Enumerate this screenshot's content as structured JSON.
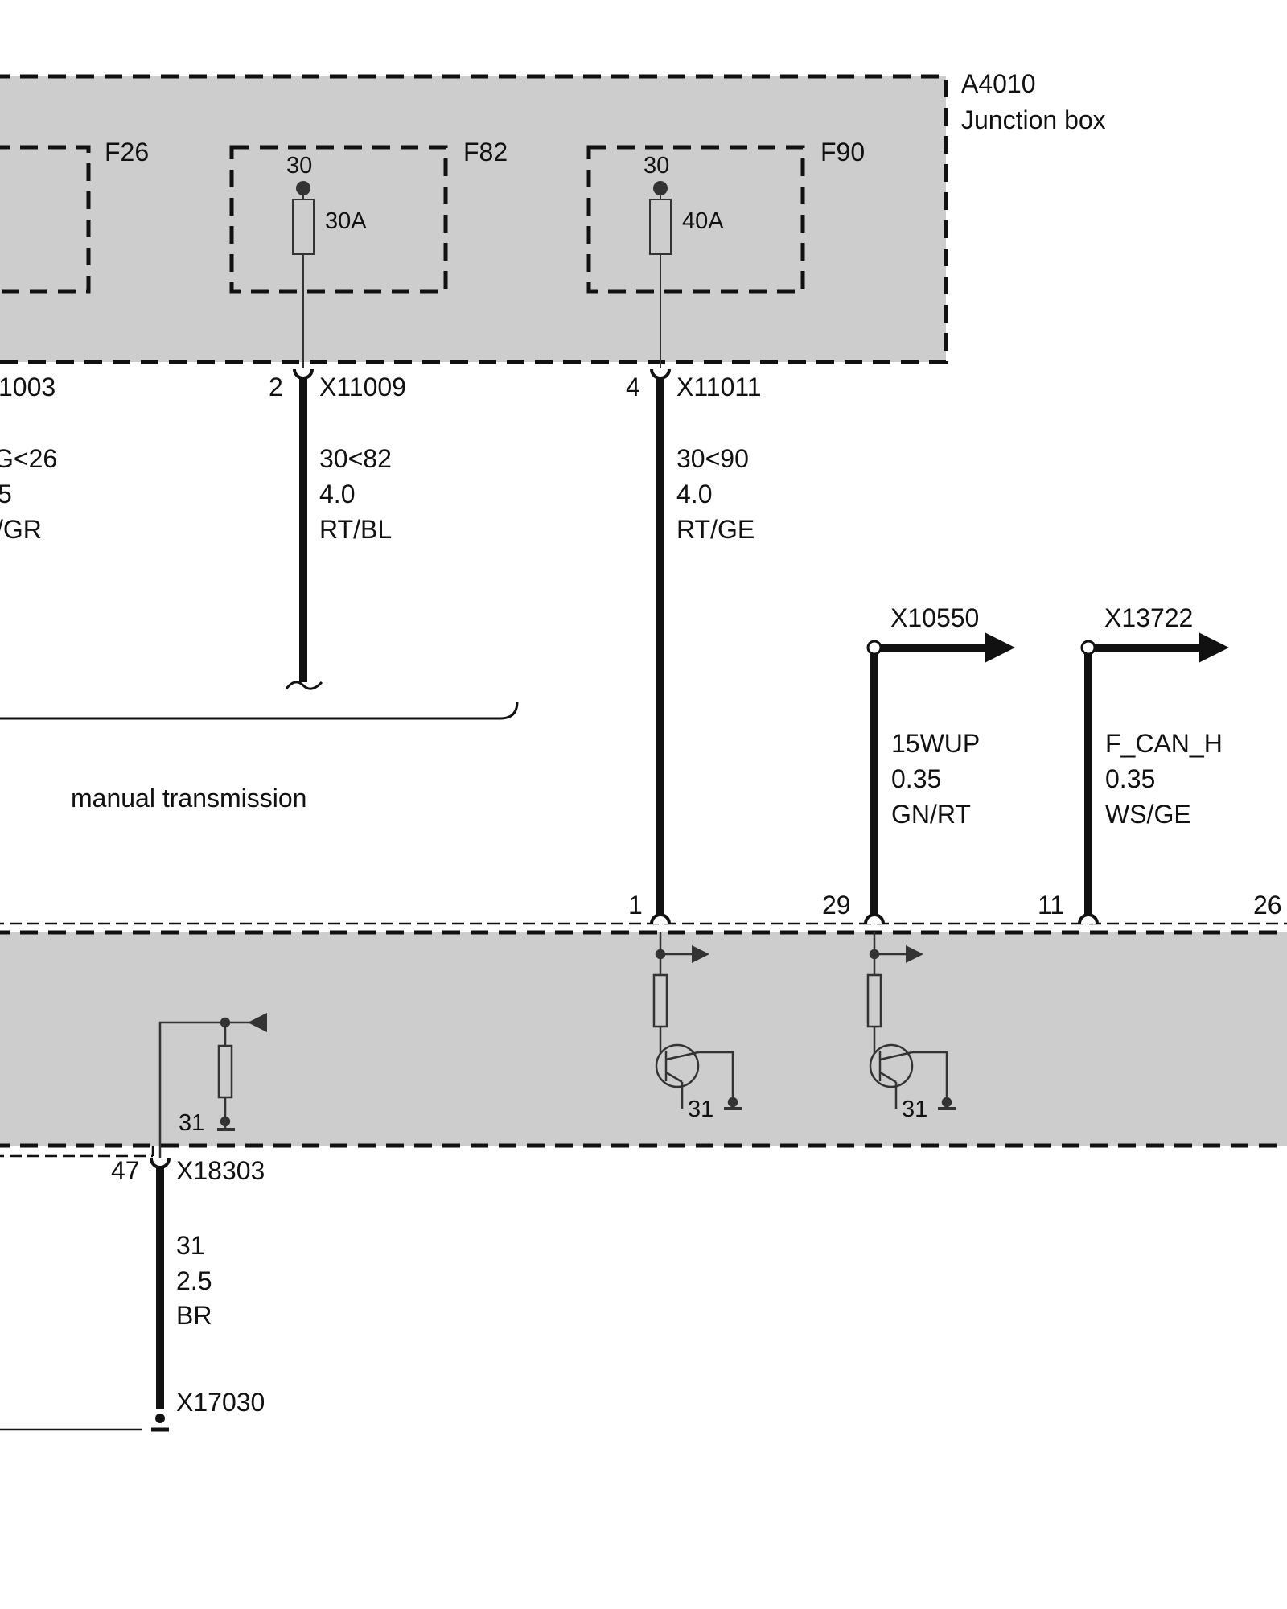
{
  "junction_box": {
    "id": "A4010",
    "name": "Junction box",
    "fuses": [
      {
        "id": "F26"
      },
      {
        "id": "F82",
        "terminal": "30",
        "rating": "30A"
      },
      {
        "id": "F90",
        "terminal": "30",
        "rating": "40A"
      }
    ],
    "connectors": [
      {
        "pin": "",
        "connector": "1003",
        "wire_function": "G<26",
        "wire_size": "5",
        "wire_color": "/GR"
      },
      {
        "pin": "2",
        "connector": "X11009",
        "wire_function": "30<82",
        "wire_size": "4.0",
        "wire_color": "RT/BL"
      },
      {
        "pin": "4",
        "connector": "X11011",
        "wire_function": "30<90",
        "wire_size": "4.0",
        "wire_color": "RT/GE"
      }
    ]
  },
  "option_note": "manual transmission",
  "signal_outputs": [
    {
      "connector": "X10550",
      "wire_function": "15WUP",
      "wire_size": "0.35",
      "wire_color": "GN/RT"
    },
    {
      "connector": "X13722",
      "wire_function": "F_CAN_H",
      "wire_size": "0.35",
      "wire_color": "WS/GE"
    }
  ],
  "control_unit": {
    "pins": [
      "1",
      "29",
      "11",
      "26"
    ],
    "ground_labels": [
      "31",
      "31",
      "31"
    ]
  },
  "ground_connection": {
    "pin": "47",
    "connector": "X18303",
    "wire_function": "31",
    "wire_size": "2.5",
    "wire_color": "BR",
    "ground_point": "X17030"
  },
  "colors": {
    "box_fill": "#cdcdcd",
    "line": "#111111",
    "component": "#333333"
  }
}
